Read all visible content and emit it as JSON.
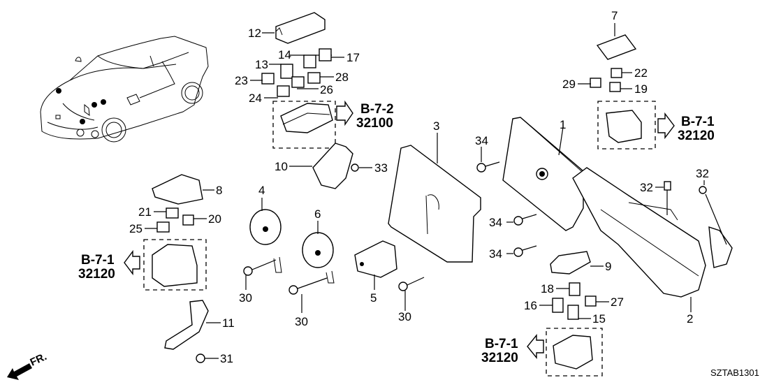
{
  "diagram": {
    "code": "SZTAB1301",
    "front_indicator": "FR.",
    "labels": {
      "p1": "1",
      "p2": "2",
      "p3": "3",
      "p4": "4",
      "p5": "5",
      "p6": "6",
      "p7": "7",
      "p8": "8",
      "p9": "9",
      "p10": "10",
      "p11": "11",
      "p12": "12",
      "p13": "13",
      "p14": "14",
      "p15": "15",
      "p16": "16",
      "p17": "17",
      "p18": "18",
      "p19": "19",
      "p20": "20",
      "p21": "21",
      "p22": "22",
      "p23": "23",
      "p24": "24",
      "p25": "25",
      "p26": "26",
      "p27": "27",
      "p28": "28",
      "p29": "29",
      "p30": "30",
      "p31": "31",
      "p32": "32",
      "p33": "33",
      "p34": "34"
    },
    "references": [
      {
        "section": "B-7-2",
        "part": "32100"
      },
      {
        "section": "B-7-1",
        "part": "32120"
      },
      {
        "section": "B-7-1",
        "part": "32120"
      },
      {
        "section": "B-7-1",
        "part": "32120"
      }
    ]
  }
}
